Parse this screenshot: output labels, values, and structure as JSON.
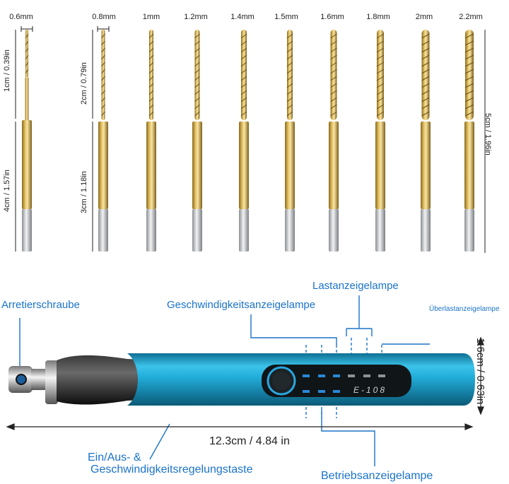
{
  "drill_bits": {
    "sizes": [
      "0.6mm",
      "0.8mm",
      "1mm",
      "1.2mm",
      "1.4mm",
      "1.5mm",
      "1.6mm",
      "1.8mm",
      "2mm",
      "2.2mm"
    ],
    "dim_short_flute": "1cm / 0.39in",
    "dim_short_shank": "4cm / 1.57in",
    "dim_long_flute": "2cm / 0.79in",
    "dim_long_shank": "3cm / 1.18in",
    "dim_total": "5cm / 1.96in"
  },
  "pen": {
    "display_text": "E-108",
    "length": "12.3cm / 4.84 in",
    "diameter": "1.6cm / 0.63in",
    "color_body": "#1aa9d6",
    "color_accent": "#1a73c9"
  },
  "callouts": {
    "lock_screw": "Arretierschraube",
    "speed_lamp": "Geschwindigkeitsanzeigelampe",
    "load_lamp": "Lastanzeigelampe",
    "overload_lamp": "Überlastanzeigelampe",
    "power_button_line1": "Ein/Aus- &",
    "power_button_line2": "Geschwindigkeitsregelungstaste",
    "operation_lamp": "Betriebsanzeigelampe"
  }
}
